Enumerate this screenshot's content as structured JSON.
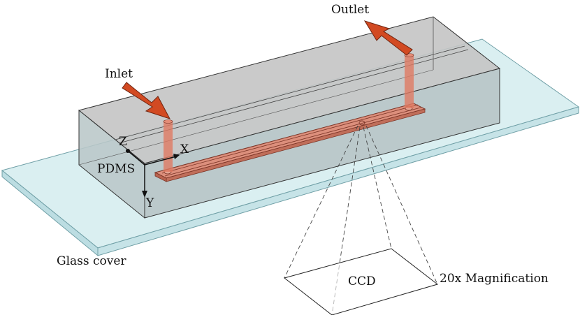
{
  "labels": {
    "outlet": "Outlet",
    "inlet": "Inlet",
    "pdms": "PDMS",
    "glass_cover": "Glass cover",
    "ccd": "CCD",
    "magnification": "20x Magnification",
    "axis_x": "X",
    "axis_y": "Y",
    "axis_z": "Z"
  },
  "colors": {
    "glass_fill": "#d4ecef",
    "glass_stroke": "#6f9fa6",
    "pdms_top": "#c4c4c4",
    "pdms_front": "#b9c7c8",
    "pdms_side": "#b3c1c2",
    "channel_fill": "#dc8f7c",
    "channel_stroke": "#7a3426",
    "tube_fill": "#e07a63",
    "arrow_fill": "#d24a22",
    "arrow_stroke": "#6e2410",
    "line": "#222222"
  }
}
